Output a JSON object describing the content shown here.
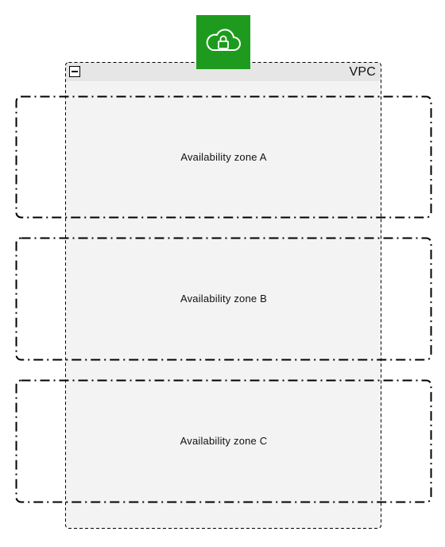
{
  "vpc": {
    "label": "VPC",
    "icon": "cloud-lock-icon",
    "icon_color": "#1e9b1e",
    "collapse_icon": "minus-icon"
  },
  "zones": [
    {
      "label": "Availability zone A"
    },
    {
      "label": "Availability zone B"
    },
    {
      "label": "Availability zone C"
    }
  ],
  "colors": {
    "vpc_fill": "#f3f3f3",
    "vpc_header": "#e6e6e6",
    "border": "#000000"
  }
}
